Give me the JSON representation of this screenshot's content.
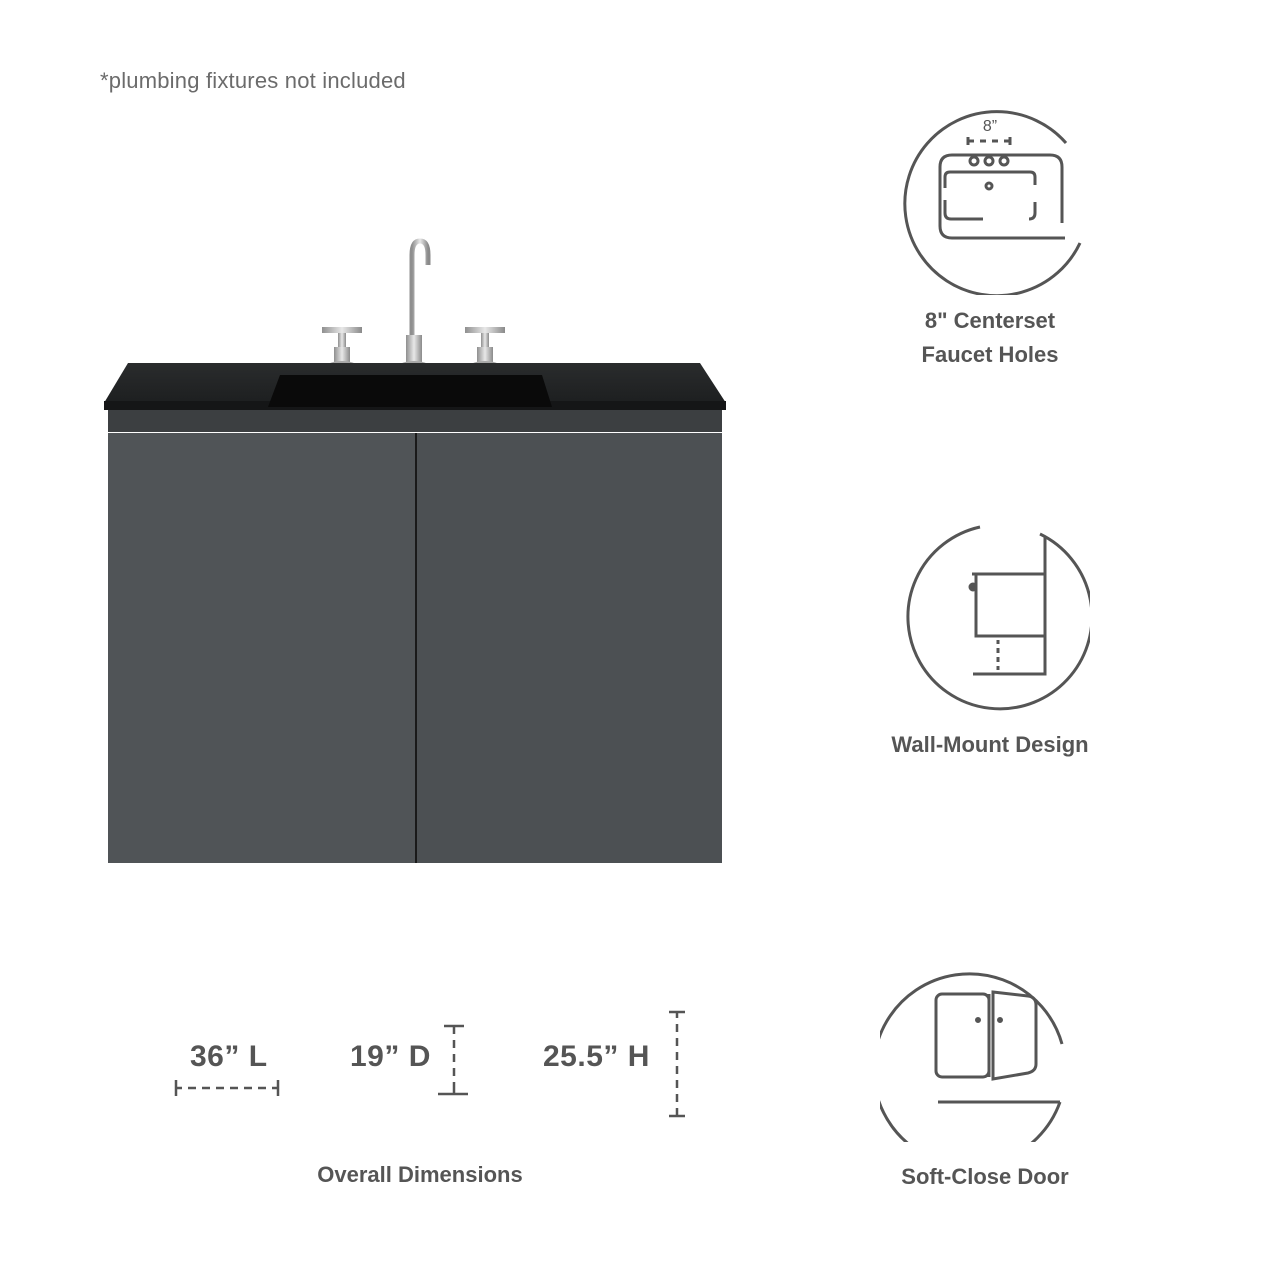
{
  "note": "*plumbing fixtures not included",
  "product": {
    "name": "wall-mount vanity with sink",
    "colors": {
      "cabinet": "#4e5255",
      "countertop": "#1f2122",
      "sink": "#0d0d0d",
      "faucet": "#c7c7c7"
    }
  },
  "features": [
    {
      "icon": "faucet-holes-icon",
      "line1": "8\" Centerset",
      "line2": "Faucet Holes",
      "icon_text": "8”"
    },
    {
      "icon": "wall-mount-icon",
      "line1": "Wall-Mount Design"
    },
    {
      "icon": "soft-close-door-icon",
      "line1": "Soft-Close Door"
    }
  ],
  "dimensions": {
    "length": "36” L",
    "depth": "19” D",
    "height": "25.5” H",
    "title": "Overall Dimensions"
  },
  "colors": {
    "text": "#555555",
    "icon_stroke": "#555555"
  }
}
